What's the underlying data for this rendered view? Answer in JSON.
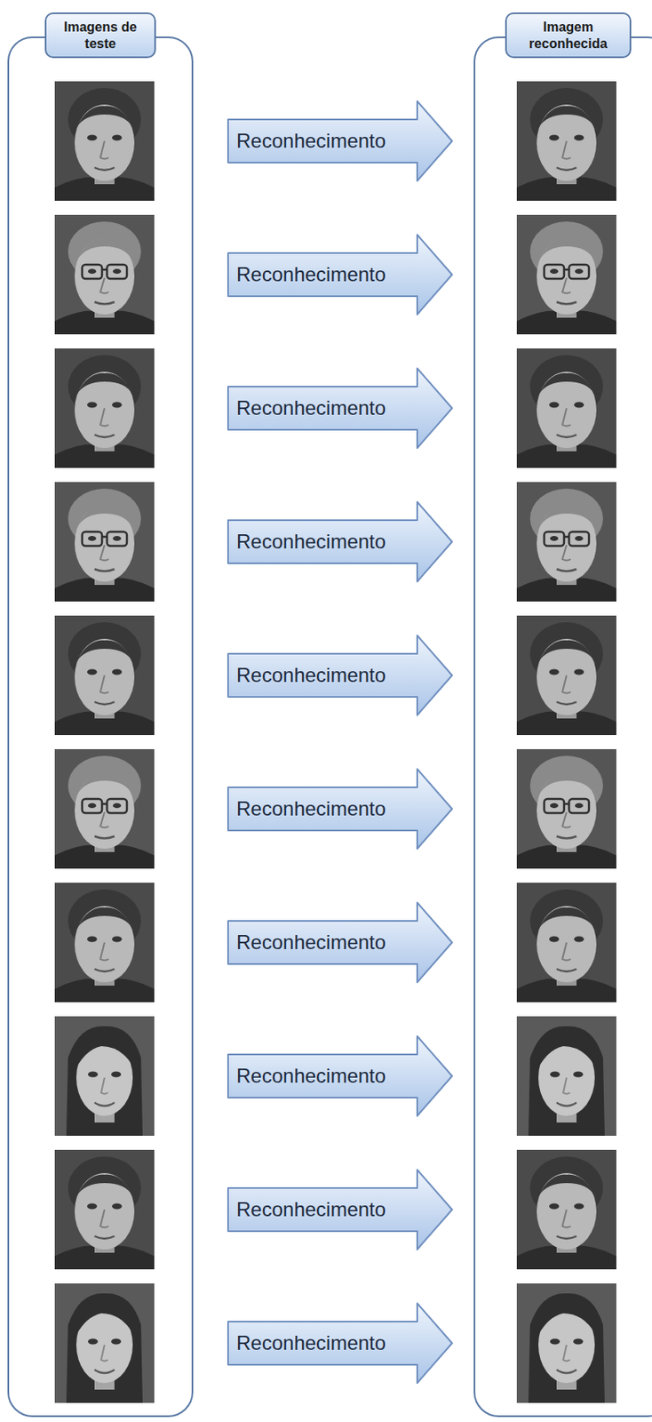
{
  "diagram": {
    "nodes": [
      {
        "text": [
          "Imagens de teste"
        ]
      },
      {
        "text": [
          "Imagem reconhecida"
        ]
      },
      {
        "text": [
          "Reconhecimento"
        ]
      },
      {
        "text": [
          "Reconhecimento"
        ]
      },
      {
        "text": [
          "Reconhecimento"
        ]
      },
      {
        "text": [
          "Reconhecimento"
        ]
      },
      {
        "text": [
          "Reconhecimento"
        ]
      },
      {
        "text": [
          "Reconhecimento"
        ]
      },
      {
        "text": [
          "Reconhecimento"
        ]
      },
      {
        "text": [
          "Reconhecimento"
        ]
      },
      {
        "text": [
          "Reconhecimento"
        ]
      },
      {
        "text": [
          "Reconhecimento"
        ]
      }
    ]
  }
}
